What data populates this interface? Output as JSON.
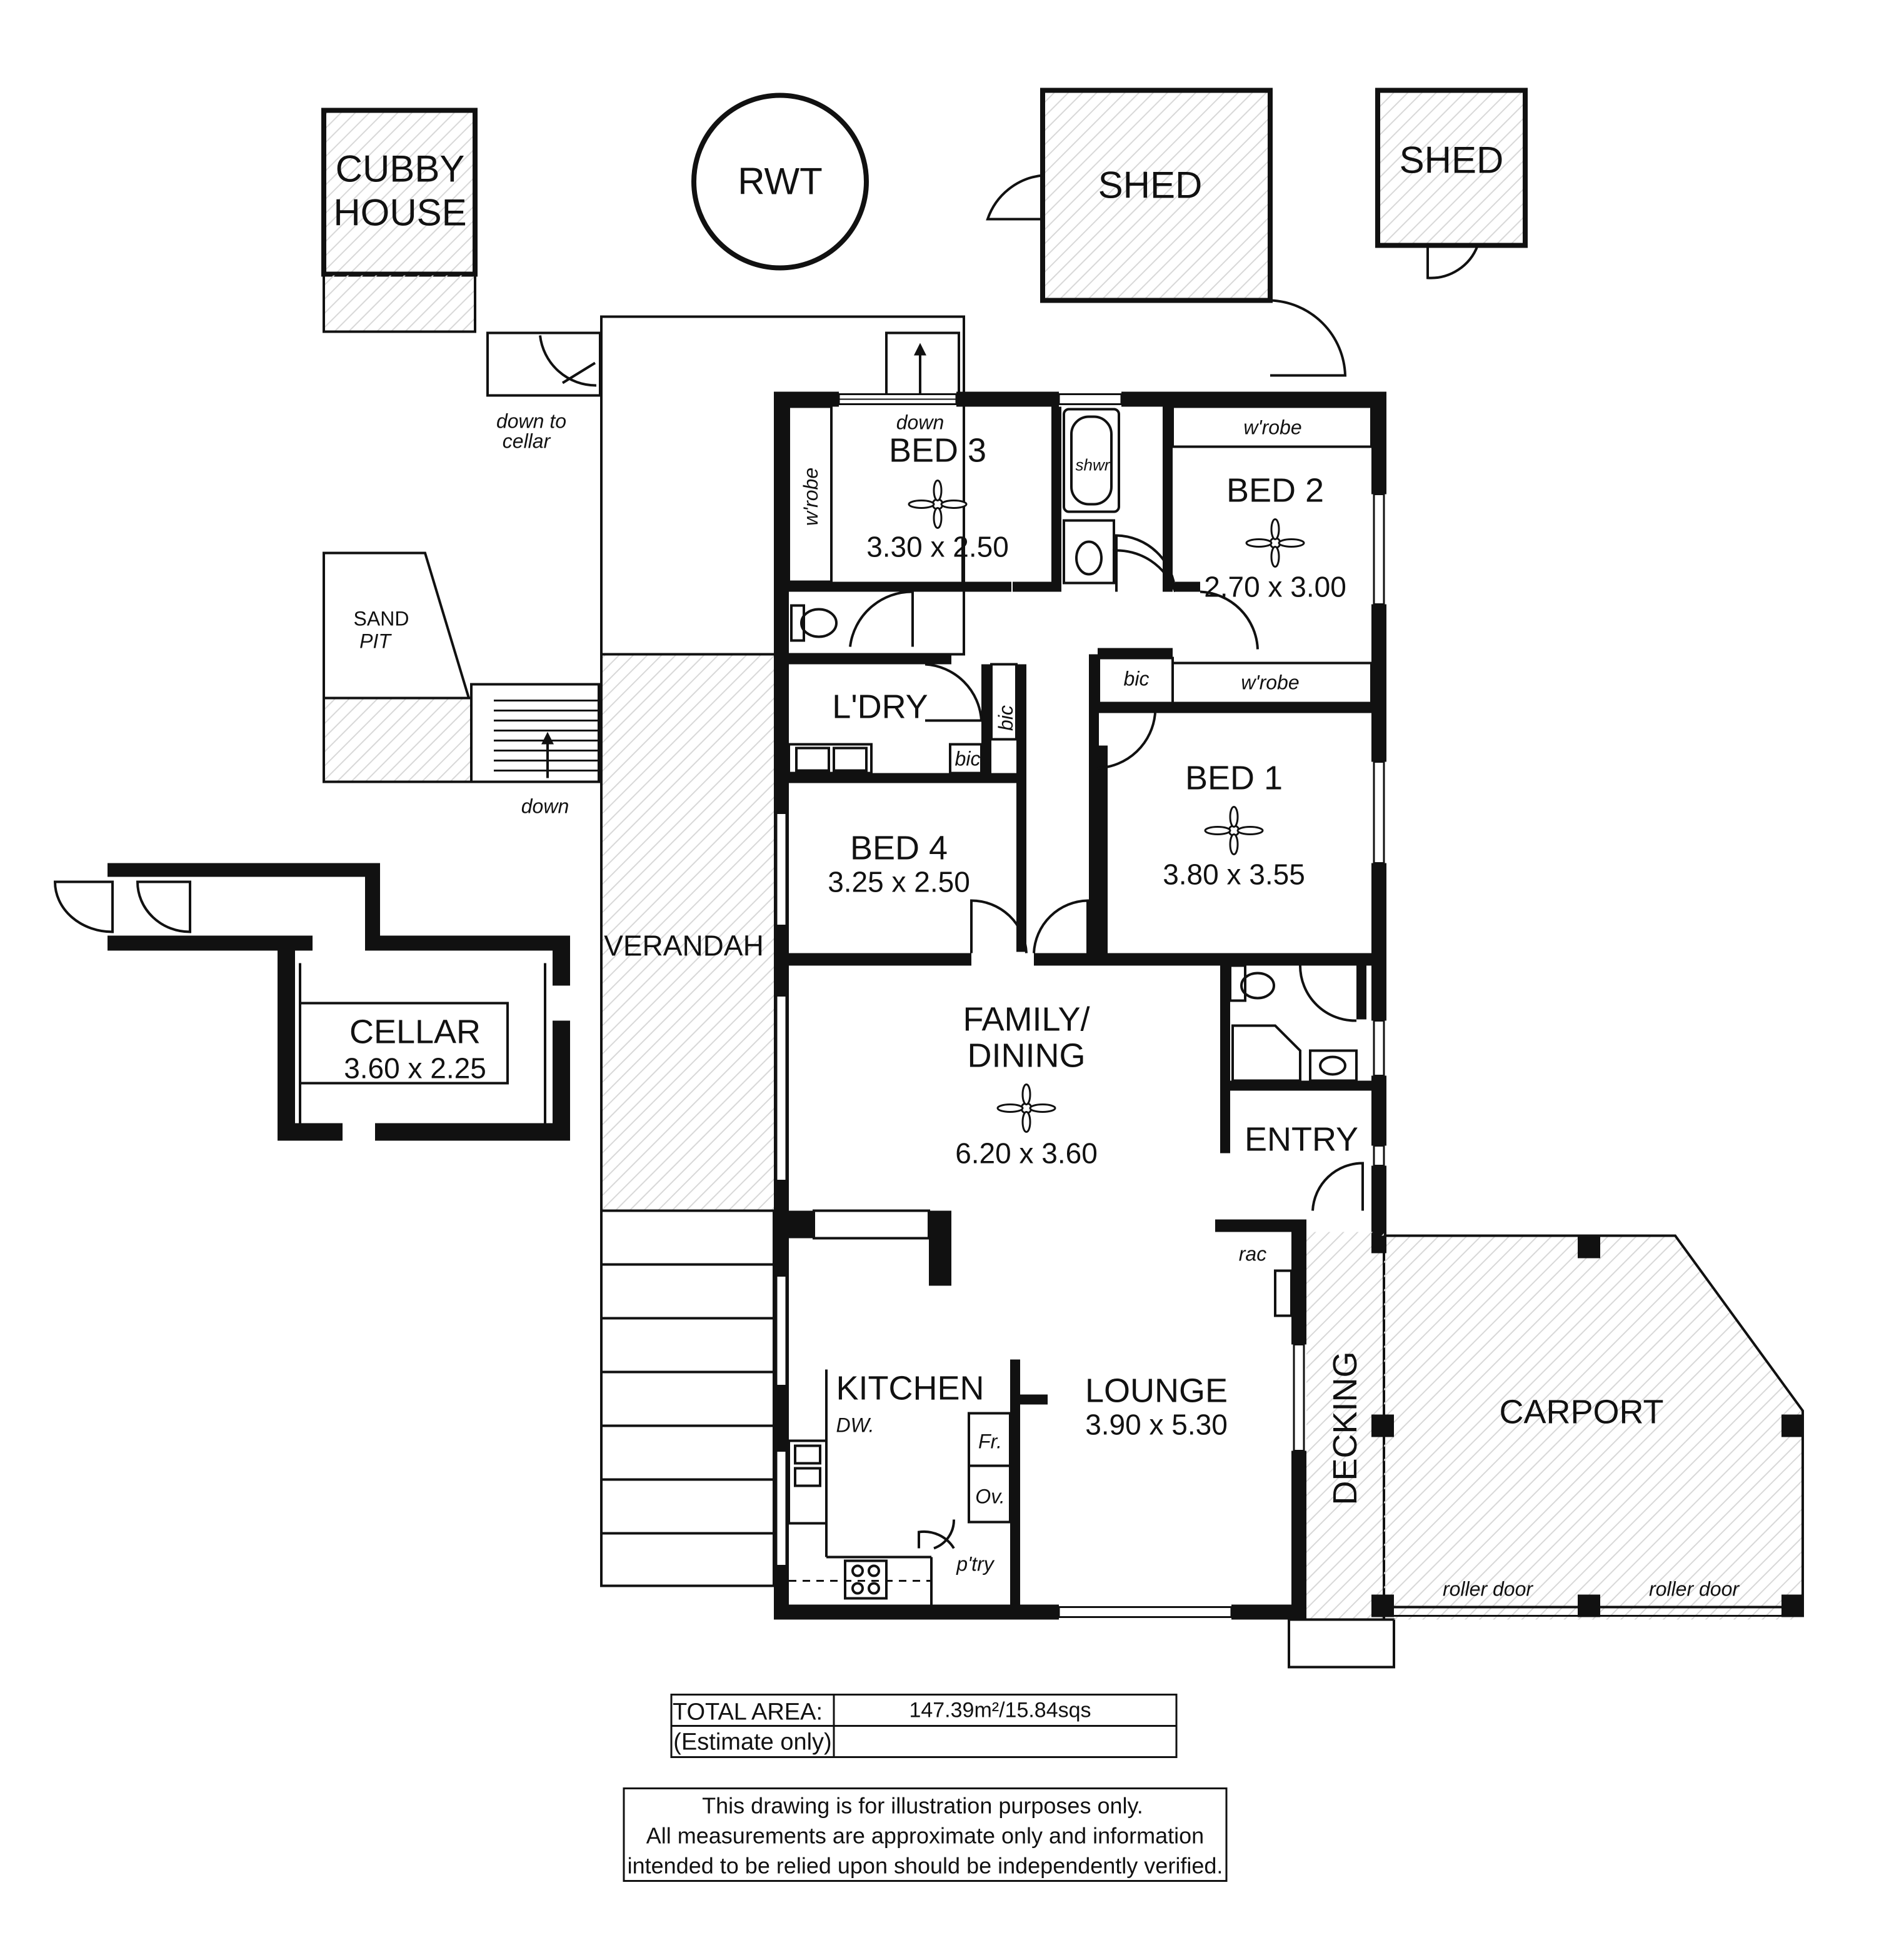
{
  "outbuildings": {
    "cubby": [
      "CUBBY",
      "HOUSE"
    ],
    "rwt": "RWT",
    "shed1": "SHED",
    "shed2": "SHED",
    "sandpit": [
      "SAND",
      "PIT"
    ],
    "down_to_cellar": [
      "down to",
      "cellar"
    ],
    "down_stairs": "down",
    "down_bed3": "down"
  },
  "rooms": {
    "bed3": {
      "name": "BED 3",
      "dims": "3.30 x 2.50"
    },
    "bed2": {
      "name": "BED 2",
      "dims": "2.70 x 3.00"
    },
    "bed1": {
      "name": "BED 1",
      "dims": "3.80 x 3.55"
    },
    "bed4": {
      "name": "BED 4",
      "dims": "3.25 x 2.50"
    },
    "laundry": {
      "name": "L'DRY"
    },
    "family": {
      "name": [
        "FAMILY/",
        "DINING"
      ],
      "dims": "6.20 x 3.60"
    },
    "entry": {
      "name": "ENTRY"
    },
    "kitchen": {
      "name": "KITCHEN"
    },
    "lounge": {
      "name": "LOUNGE",
      "dims": "3.90 x 5.30"
    },
    "cellar": {
      "name": "CELLAR",
      "dims": "3.60 x 2.25"
    },
    "verandah": {
      "name": "VERANDAH"
    },
    "decking": {
      "name": "DECKING"
    },
    "carport": {
      "name": "CARPORT"
    }
  },
  "fixtures": {
    "wrobe": "w'robe",
    "shwr": "shwr",
    "bic": "bic",
    "rac": "rac",
    "dw": "DW.",
    "fr": "Fr.",
    "ov": "Ov.",
    "ptry": "p'try",
    "roller_door": "roller door"
  },
  "area_table": {
    "label": "TOTAL AREA:",
    "value": "147.39m²/15.84sqs",
    "note": "(Estimate only)"
  },
  "disclaimer": [
    "This drawing is for illustration purposes only.",
    "All measurements are approximate only and information",
    "intended to be relied upon should be independently verified."
  ]
}
